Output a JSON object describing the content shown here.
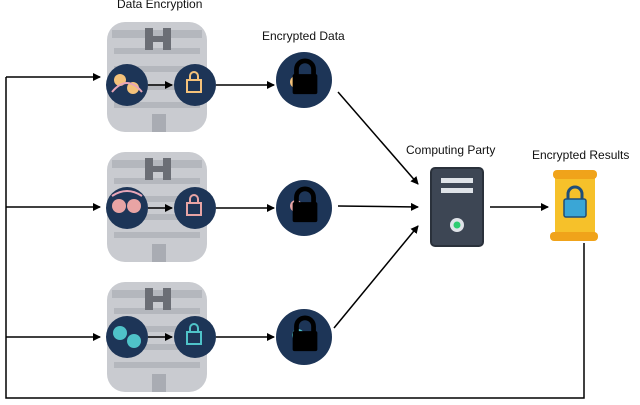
{
  "labels": {
    "data_encryption": "Data Encryption",
    "encrypted_data": "Encrypted Data",
    "computing_party": "Computing Party",
    "encrypted_results": "Encrypted Results"
  },
  "colors": {
    "building": "#c9cbd0",
    "circle_bg": "#1d3557",
    "lock": "#000000",
    "server_body": "#3d4654",
    "server_accent": "#2ecc71",
    "scroll": "#f6c12a",
    "scroll_lock": "#3aa6d6"
  }
}
